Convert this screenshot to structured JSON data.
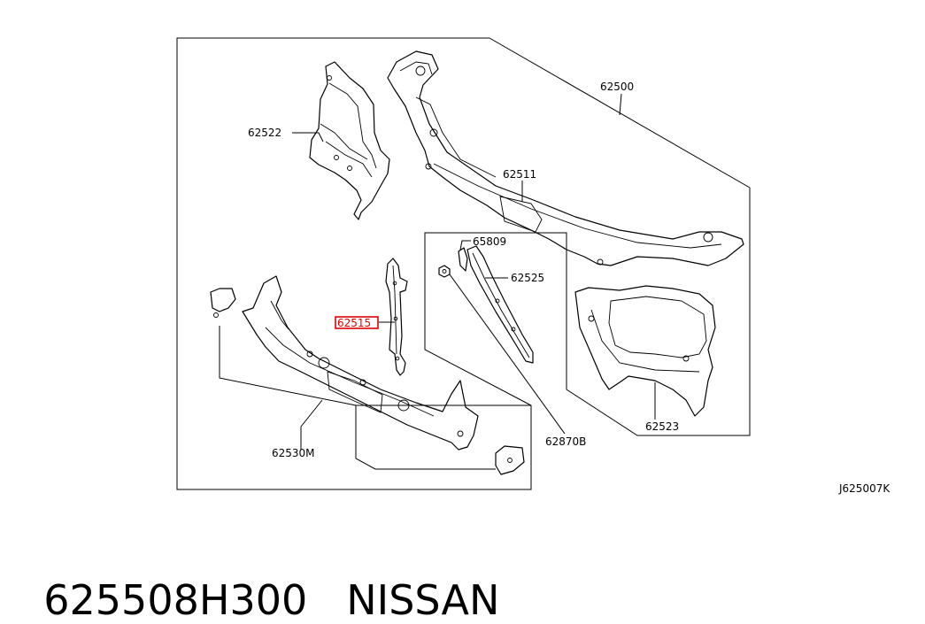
{
  "diagram": {
    "labels": {
      "p62500": "62500",
      "p62511": "62511",
      "p62522": "62522",
      "p65809": "65809",
      "p62525": "62525",
      "p62515": "62515",
      "p62523": "62523",
      "p62530m": "62530M",
      "p62870b": "62870B"
    },
    "highlighted_part": "62515",
    "highlight_color": "#e00000",
    "diagram_code": "J625007K"
  },
  "caption": {
    "part_number": "625508H300",
    "brand": "NISSAN"
  }
}
